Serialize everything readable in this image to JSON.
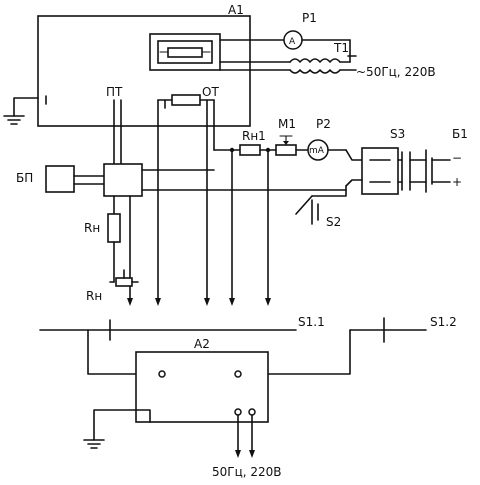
{
  "labels": {
    "a1": "A1",
    "a2": "A2",
    "p1": "P1",
    "p2": "P2",
    "t1": "T1",
    "mains_top": "~50Гц, 220В",
    "mains_bottom": "50Гц, 220В",
    "pt": "ПТ",
    "ot": "ОТ",
    "bp": "БП",
    "rn": "Rн",
    "rn_lower": "Rн",
    "rn1": "Rн1",
    "m1": "M1",
    "s1_1": "S1.1",
    "s1_2": "S1.2",
    "s2": "S2",
    "s3": "S3",
    "b1": "Б1",
    "ammeter": "A",
    "milliammeter": "mA",
    "minus": "−",
    "plus": "+"
  }
}
